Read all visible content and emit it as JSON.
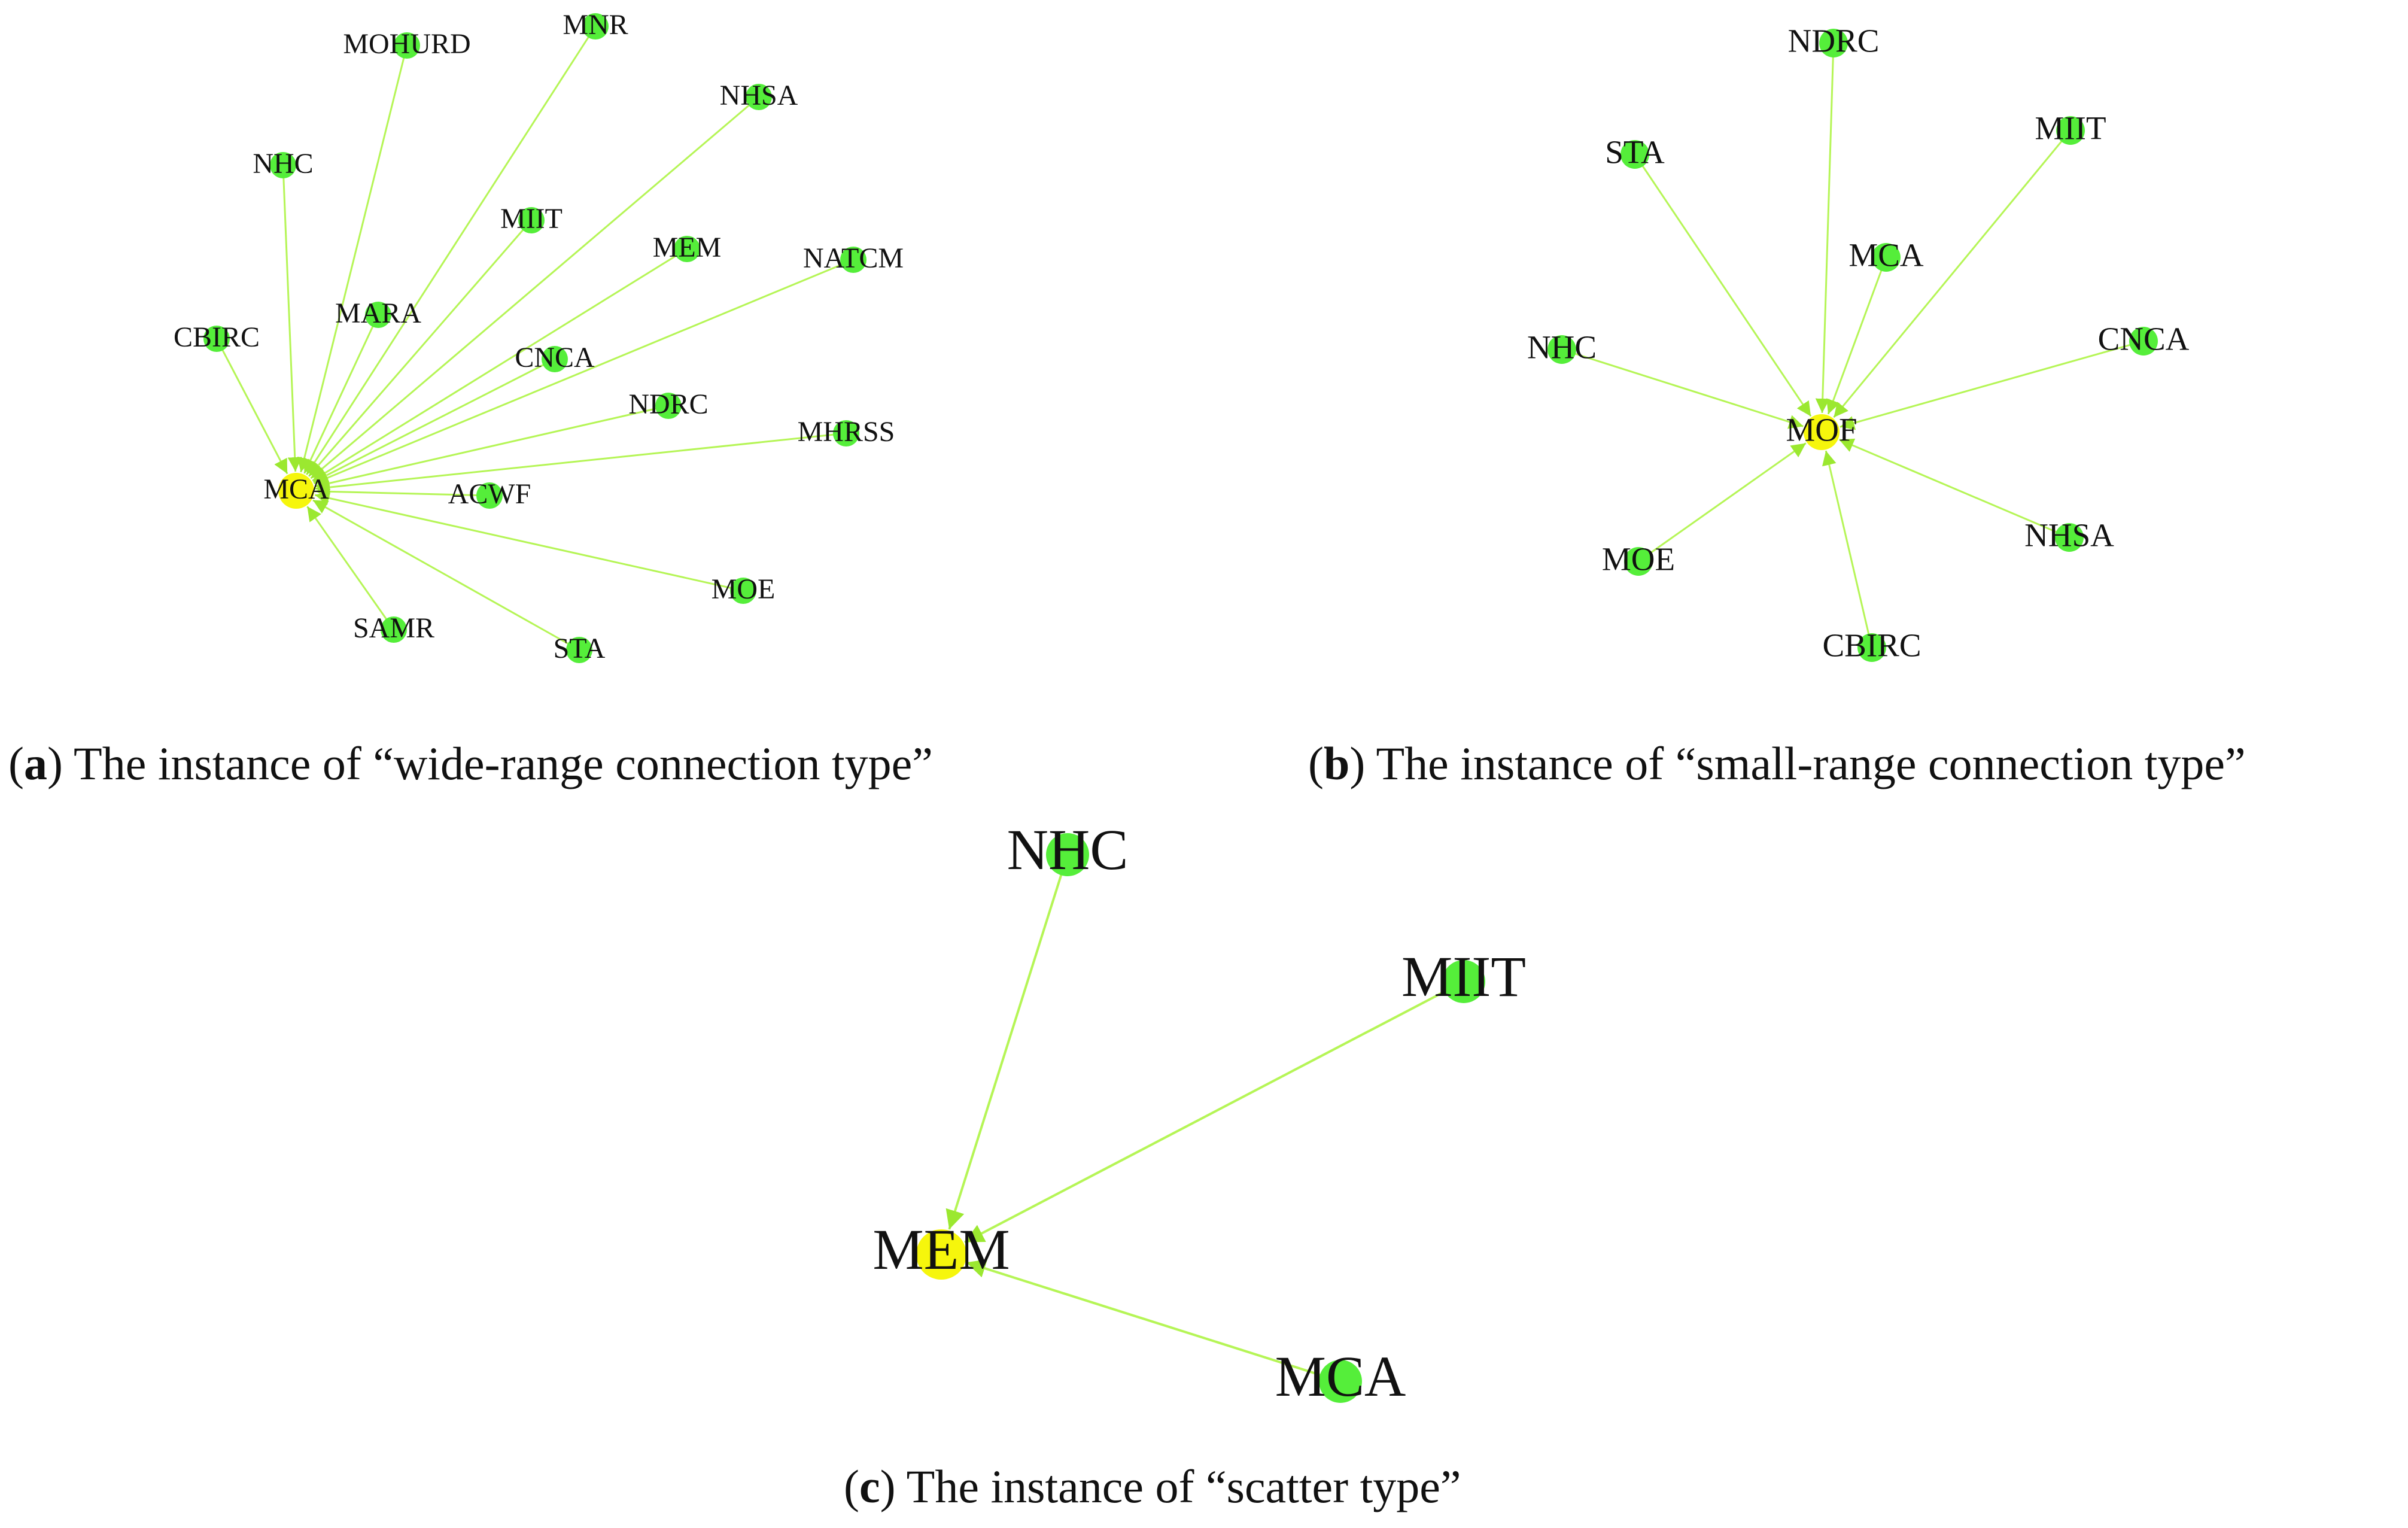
{
  "colors": {
    "edge": "#b5f556",
    "arrow": "#9be830",
    "peripheral_node": "#55ee3a",
    "central_node": "#f6f60c",
    "text": "#111111"
  },
  "panels": [
    {
      "id": "a",
      "caption": {
        "open": "(",
        "letter": "a",
        "close": ")",
        "text": " The instance of “wide-range connection type”"
      },
      "center": {
        "label": "MCA"
      },
      "nodes": [
        {
          "label": "MOHURD"
        },
        {
          "label": "MNR"
        },
        {
          "label": "NHSA"
        },
        {
          "label": "NHC"
        },
        {
          "label": "MIIT"
        },
        {
          "label": "MEM"
        },
        {
          "label": "NATCM"
        },
        {
          "label": "CBIRC"
        },
        {
          "label": "MARA"
        },
        {
          "label": "CNCA"
        },
        {
          "label": "NDRC"
        },
        {
          "label": "MHRSS"
        },
        {
          "label": "ACWF"
        },
        {
          "label": "MOE"
        },
        {
          "label": "SAMR"
        },
        {
          "label": "STA"
        }
      ]
    },
    {
      "id": "b",
      "caption": {
        "open": "(",
        "letter": "b",
        "close": ")",
        "text": " The instance of “small-range connection type”"
      },
      "center": {
        "label": "MOF"
      },
      "nodes": [
        {
          "label": "NDRC"
        },
        {
          "label": "STA"
        },
        {
          "label": "MIIT"
        },
        {
          "label": "MCA"
        },
        {
          "label": "NHC"
        },
        {
          "label": "CNCA"
        },
        {
          "label": "MOE"
        },
        {
          "label": "NHSA"
        },
        {
          "label": "CBIRC"
        }
      ]
    },
    {
      "id": "c",
      "caption": {
        "open": "(",
        "letter": "c",
        "close": ")",
        "text": " The instance of “scatter type”"
      },
      "center": {
        "label": "MEM"
      },
      "nodes": [
        {
          "label": "NHC"
        },
        {
          "label": "MIIT"
        },
        {
          "label": "MCA"
        }
      ]
    }
  ]
}
